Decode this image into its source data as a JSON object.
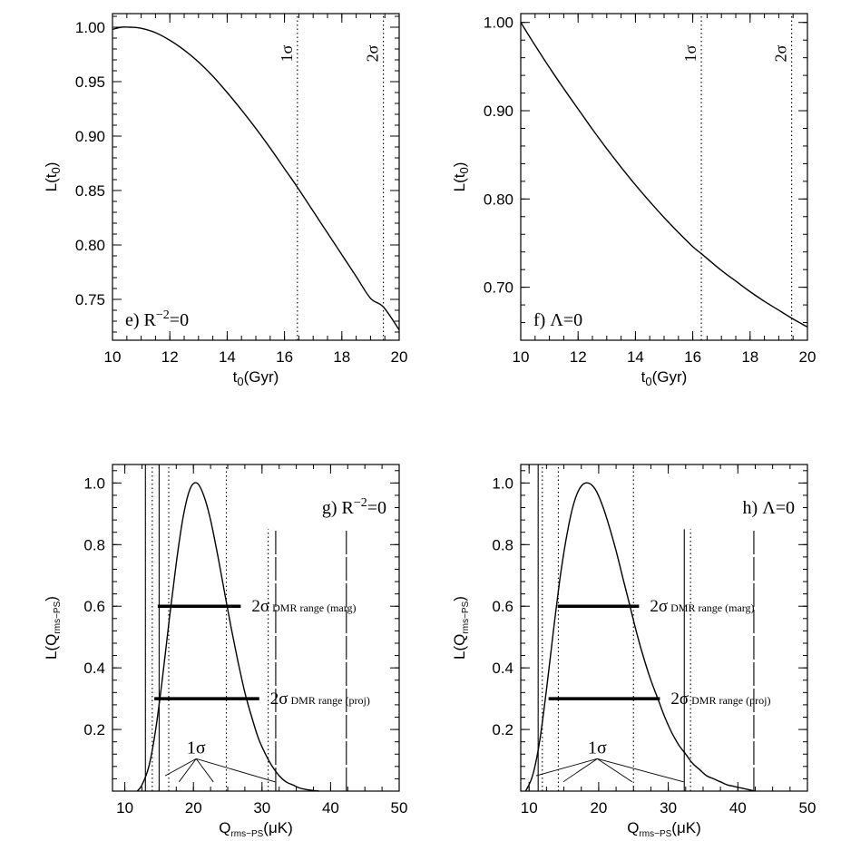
{
  "chart_data": [
    {
      "panel": "e",
      "type": "line",
      "annotation": "e) R",
      "annotation_sup": "−2",
      "annotation_tail": "=0",
      "xlabel": "t",
      "xlabel_sub": "0",
      "xlabel_tail": "(Gyr)",
      "ylabel": "L(t",
      "ylabel_sub": "0",
      "ylabel_tail": ")",
      "xlim": [
        10,
        20
      ],
      "ylim": [
        0.7125,
        1.0125
      ],
      "xticks": [
        10,
        12,
        14,
        16,
        18,
        20
      ],
      "yticks": [
        0.75,
        0.8,
        0.85,
        0.9,
        0.95,
        1.0
      ],
      "xtick_labels": [
        "10",
        "12",
        "14",
        "16",
        "18",
        "20"
      ],
      "ytick_labels": [
        "0.75",
        "0.80",
        "0.85",
        "0.90",
        "0.95",
        "1.00"
      ],
      "series": [
        {
          "x": [
            10,
            10.3,
            10.6,
            11,
            11.5,
            12,
            12.5,
            13,
            13.5,
            14,
            14.5,
            15,
            15.5,
            16,
            16.4,
            17,
            17.5,
            18,
            18.5,
            19,
            19.45,
            20
          ],
          "y": [
            0.998,
            1.0,
            1.0,
            0.999,
            0.995,
            0.988,
            0.979,
            0.968,
            0.955,
            0.94,
            0.924,
            0.907,
            0.889,
            0.87,
            0.855,
            0.831,
            0.811,
            0.791,
            0.771,
            0.751,
            0.743,
            0.722
          ]
        }
      ],
      "vlines": [
        {
          "x": 16.45,
          "style": "dotted",
          "label": "1σ"
        },
        {
          "x": 19.45,
          "style": "dotted",
          "label": "2σ"
        }
      ]
    },
    {
      "panel": "f",
      "type": "line",
      "annotation": "f) Λ=0",
      "xlabel": "t",
      "xlabel_sub": "0",
      "xlabel_tail": "(Gyr)",
      "ylabel": "L(t",
      "ylabel_sub": "0",
      "ylabel_tail": ")",
      "xlim": [
        10,
        20
      ],
      "ylim": [
        0.64,
        1.01
      ],
      "xticks": [
        10,
        12,
        14,
        16,
        18,
        20
      ],
      "yticks": [
        0.7,
        0.8,
        0.9,
        1.0
      ],
      "xtick_labels": [
        "10",
        "12",
        "14",
        "16",
        "18",
        "20"
      ],
      "ytick_labels": [
        "0.70",
        "0.80",
        "0.90",
        "1.00"
      ],
      "series": [
        {
          "x": [
            10,
            10.5,
            11,
            11.5,
            12,
            12.5,
            13,
            13.5,
            14,
            14.5,
            15,
            15.5,
            16,
            16.3,
            17,
            17.5,
            18,
            18.5,
            19,
            19.5,
            20
          ],
          "y": [
            1.0,
            0.974,
            0.949,
            0.925,
            0.902,
            0.879,
            0.857,
            0.836,
            0.816,
            0.797,
            0.779,
            0.762,
            0.746,
            0.738,
            0.719,
            0.707,
            0.695,
            0.684,
            0.674,
            0.664,
            0.655
          ]
        }
      ],
      "vlines": [
        {
          "x": 16.3,
          "style": "dotted",
          "label": "1σ"
        },
        {
          "x": 19.45,
          "style": "dotted",
          "label": "2σ"
        }
      ]
    },
    {
      "panel": "g",
      "type": "line",
      "annotation": "g)  R",
      "annotation_sup": "−2",
      "annotation_tail": "=0",
      "xlabel": "Q",
      "xlabel_sub": "rms−PS",
      "xlabel_tail": "(μK)",
      "ylabel": "L(Q",
      "ylabel_sub": "rms−PS",
      "ylabel_tail": ")",
      "xlim": [
        8.2,
        50
      ],
      "ylim": [
        0,
        1.06
      ],
      "xticks": [
        10,
        20,
        30,
        40,
        50
      ],
      "yticks": [
        0.2,
        0.4,
        0.6,
        0.8,
        1.0
      ],
      "xtick_labels": [
        "10",
        "20",
        "30",
        "40",
        "50"
      ],
      "ytick_labels": [
        "0.2",
        "0.4",
        "0.6",
        "0.8",
        "1.0"
      ],
      "series": [
        {
          "x": [
            11.8,
            12.5,
            13.5,
            14.5,
            15.5,
            16.5,
            17.5,
            18.5,
            19.5,
            20.5,
            21.5,
            22.5,
            23.5,
            24.5,
            25.5,
            26.5,
            27.5,
            28.5,
            29.5,
            30.5,
            31.5,
            32.5,
            33.5,
            34.5,
            35.5,
            36.5,
            37.5,
            38.3
          ],
          "y": [
            0.0,
            0.02,
            0.08,
            0.2,
            0.37,
            0.56,
            0.74,
            0.89,
            0.98,
            1.0,
            0.96,
            0.88,
            0.77,
            0.65,
            0.53,
            0.42,
            0.32,
            0.24,
            0.17,
            0.12,
            0.08,
            0.05,
            0.03,
            0.02,
            0.01,
            0.005,
            0.002,
            0.0
          ]
        }
      ],
      "vlines": [
        {
          "x": 13.0,
          "style": "solid"
        },
        {
          "x": 15.0,
          "style": "solid"
        },
        {
          "x": 14.0,
          "style": "dotted"
        },
        {
          "x": 16.4,
          "style": "dotted"
        },
        {
          "x": 24.8,
          "style": "dotted"
        },
        {
          "x": 30.9,
          "style": "dotted",
          "y_top": 0.85
        },
        {
          "x": 32.0,
          "style": "longdash",
          "y_top": 0.85
        },
        {
          "x": 42.3,
          "style": "longdash",
          "y_top": 0.85
        }
      ],
      "ranges": [
        {
          "label": "2σ",
          "label_small": "DMR range (marg)",
          "x_start": 14.8,
          "x_end": 26.9,
          "y": 0.6
        },
        {
          "label": "2σ",
          "label_small": "DMR range (proj)",
          "x_start": 14.3,
          "x_end": 29.6,
          "y": 0.3
        }
      ],
      "sigma1": {
        "label": "1σ",
        "x": 20.4,
        "y": 0.105,
        "targets": [
          [
            15.9,
            0.05
          ],
          [
            17.9,
            0.03
          ],
          [
            22.9,
            0.03
          ],
          [
            31.9,
            0.03
          ]
        ]
      }
    },
    {
      "panel": "h",
      "type": "line",
      "annotation": "h)  Λ=0",
      "xlabel": "Q",
      "xlabel_sub": "rms−PS",
      "xlabel_tail": "(μK)",
      "ylabel": "L(Q",
      "ylabel_sub": "rms−PS",
      "ylabel_tail": ")",
      "xlim": [
        8.8,
        50
      ],
      "ylim": [
        0,
        1.06
      ],
      "xticks": [
        10,
        20,
        30,
        40,
        50
      ],
      "yticks": [
        0.2,
        0.4,
        0.6,
        0.8,
        1.0
      ],
      "xtick_labels": [
        "10",
        "20",
        "30",
        "40",
        "50"
      ],
      "ytick_labels": [
        "0.2",
        "0.4",
        "0.6",
        "0.8",
        "1.0"
      ],
      "series": [
        {
          "x": [
            9.5,
            10.5,
            11.5,
            12.5,
            13.5,
            14.5,
            15.5,
            16.5,
            17.5,
            18.5,
            19.5,
            20.5,
            21.5,
            22.5,
            23.5,
            24.5,
            25.5,
            26.5,
            27.5,
            28.5,
            29.5,
            30.5,
            31.5,
            32.5,
            33.5,
            34.5,
            35.5,
            36.5,
            37.5,
            38.5,
            39.5,
            40.5,
            41.5,
            42.5
          ],
          "y": [
            0.0,
            0.05,
            0.16,
            0.33,
            0.52,
            0.7,
            0.84,
            0.94,
            0.99,
            1.0,
            0.98,
            0.93,
            0.86,
            0.78,
            0.69,
            0.6,
            0.51,
            0.43,
            0.36,
            0.3,
            0.24,
            0.19,
            0.15,
            0.12,
            0.09,
            0.07,
            0.05,
            0.04,
            0.03,
            0.02,
            0.015,
            0.01,
            0.005,
            0.0
          ]
        }
      ],
      "vlines": [
        {
          "x": 11.3,
          "style": "solid"
        },
        {
          "x": 11.9,
          "style": "dotted"
        },
        {
          "x": 14.2,
          "style": "dotted"
        },
        {
          "x": 25.0,
          "style": "dotted"
        },
        {
          "x": 32.3,
          "style": "solid",
          "y_top": 0.85
        },
        {
          "x": 33.2,
          "style": "dotted",
          "y_top": 0.85
        },
        {
          "x": 42.3,
          "style": "longdash",
          "y_top": 0.85
        }
      ],
      "ranges": [
        {
          "label": "2σ",
          "label_small": "DMR range (marg)",
          "x_start": 14.1,
          "x_end": 25.8,
          "y": 0.6
        },
        {
          "label": "2σ",
          "label_small": "DMR range (proj)",
          "x_start": 12.8,
          "x_end": 28.8,
          "y": 0.3
        }
      ],
      "sigma1": {
        "label": "1σ",
        "x": 19.8,
        "y": 0.105,
        "targets": [
          [
            11.0,
            0.05
          ],
          [
            14.9,
            0.03
          ],
          [
            24.8,
            0.03
          ],
          [
            32.2,
            0.03
          ]
        ]
      }
    }
  ]
}
